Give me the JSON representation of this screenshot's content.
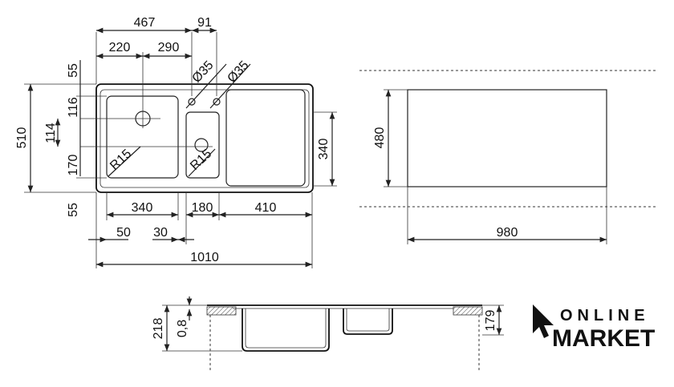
{
  "top_view": {
    "overall_width": "1010",
    "main_bowl_span": "467",
    "offset_right": "91",
    "bowl_width_left": "220",
    "bowl_width_mid": "290",
    "hole_a": "Ø35",
    "hole_b": "Ø35",
    "depth_total": "510",
    "top_margin": "55",
    "bowl_offset": "116",
    "small_offset": "114",
    "lower": "170",
    "bottom_margin": "55",
    "radius_a": "R15",
    "radius_b": "R15",
    "small_bowl_depth": "340",
    "big_bowl_width": "340",
    "small_bowl_width": "180",
    "drainer_width": "410",
    "edge_left": "50",
    "gap": "30"
  },
  "cutout_view": {
    "height": "480",
    "width": "980"
  },
  "section_view": {
    "height": "218",
    "thickness": "0,8",
    "depth": "179"
  },
  "logo": {
    "line1": "ONLINE",
    "line2": "MARKET"
  }
}
